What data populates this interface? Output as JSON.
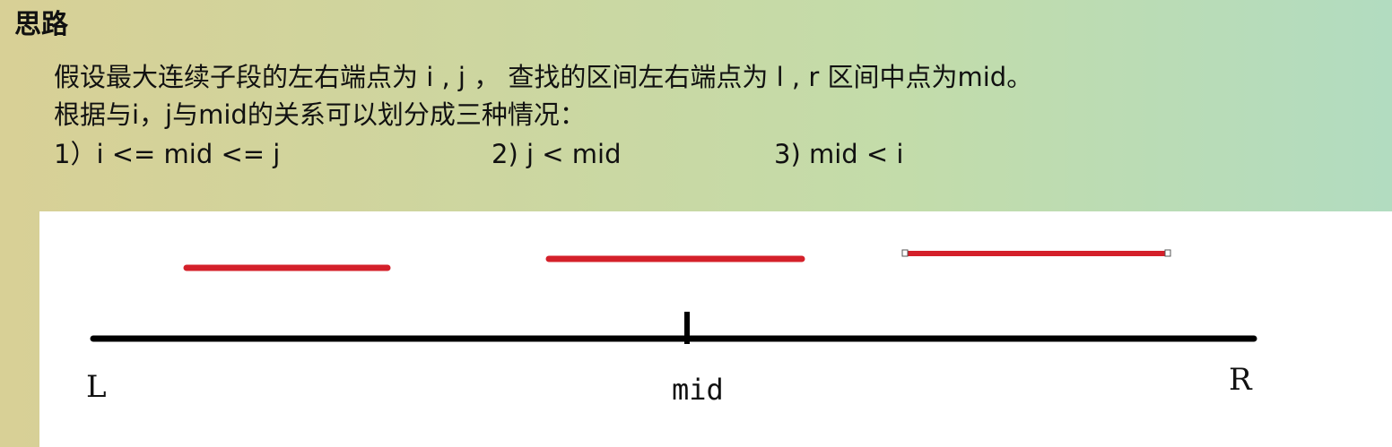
{
  "slide": {
    "title": "思路",
    "line1": "假设最大连续子段的左右端点为 i , j ，  查找的区间左右端点为 l , r 区间中点为mid。",
    "line2": "根据与i，j与mid的关系可以划分成三种情况：",
    "cases": [
      "1）i <= mid <= j",
      "2) j < mid",
      "3) mid < i"
    ]
  },
  "diagram": {
    "left_label": "L",
    "mid_label": "mid",
    "right_label": "R",
    "segment_color": "#d4202a",
    "axis_color": "#000000"
  }
}
